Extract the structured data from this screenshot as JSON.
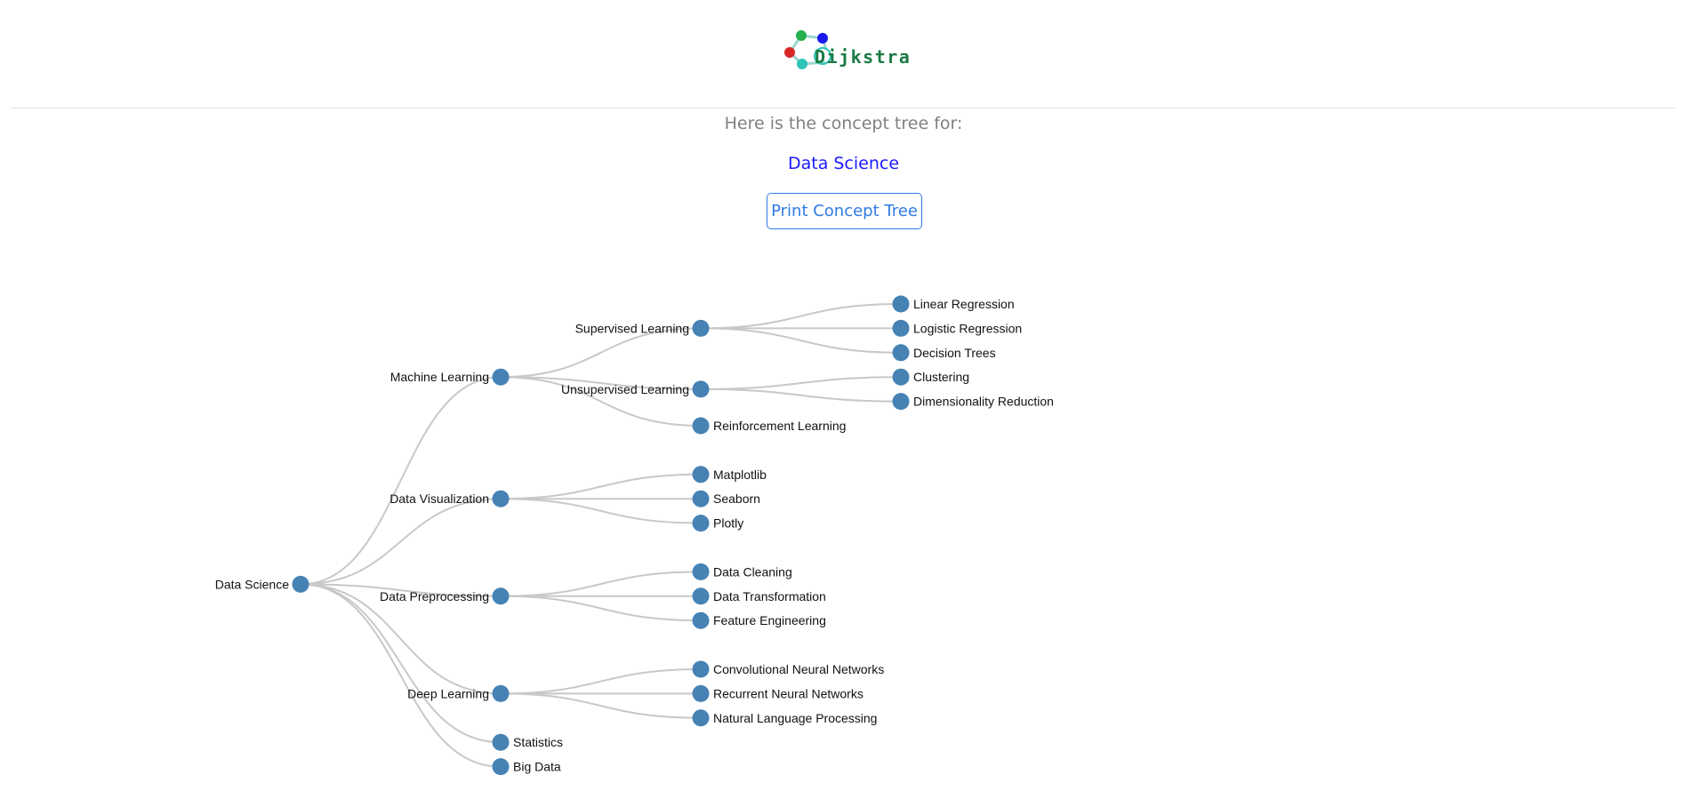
{
  "header": {
    "logo_text": "Dijkstra",
    "logo_colors": [
      "#22b14c",
      "#1a1aee",
      "#d92626",
      "#2ec4b6"
    ]
  },
  "intro": {
    "text": "Here is the concept tree for:",
    "topic": "Data Science"
  },
  "actions": {
    "print_label": "Print Concept Tree"
  },
  "tree": {
    "link_color": "#c8c8c8",
    "node_color": "#4682b4",
    "root": {
      "name": "Data Science",
      "children": [
        {
          "name": "Machine Learning",
          "children": [
            {
              "name": "Supervised Learning",
              "children": [
                {
                  "name": "Linear Regression"
                },
                {
                  "name": "Logistic Regression"
                },
                {
                  "name": "Decision Trees"
                }
              ]
            },
            {
              "name": "Unsupervised Learning",
              "children": [
                {
                  "name": "Clustering"
                },
                {
                  "name": "Dimensionality Reduction"
                }
              ]
            },
            {
              "name": "Reinforcement Learning"
            }
          ]
        },
        {
          "name": "Data Visualization",
          "children": [
            {
              "name": "Matplotlib"
            },
            {
              "name": "Seaborn"
            },
            {
              "name": "Plotly"
            }
          ]
        },
        {
          "name": "Data Preprocessing",
          "children": [
            {
              "name": "Data Cleaning"
            },
            {
              "name": "Data Transformation"
            },
            {
              "name": "Feature Engineering"
            }
          ]
        },
        {
          "name": "Deep Learning",
          "children": [
            {
              "name": "Convolutional Neural Networks"
            },
            {
              "name": "Recurrent Neural Networks"
            },
            {
              "name": "Natural Language Processing"
            }
          ]
        },
        {
          "name": "Statistics"
        },
        {
          "name": "Big Data"
        }
      ]
    }
  }
}
